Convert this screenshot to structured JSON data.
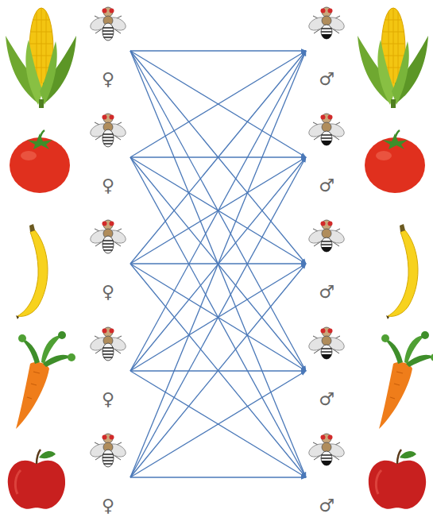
{
  "diagram": {
    "nodes": [
      {
        "text": [
          "♀"
        ]
      },
      {
        "text": [
          "♀"
        ]
      },
      {
        "text": [
          "♀"
        ]
      },
      {
        "text": [
          "♀"
        ]
      },
      {
        "text": [
          "♀"
        ]
      },
      {
        "text": [
          "♂"
        ]
      },
      {
        "text": [
          "♂"
        ]
      },
      {
        "text": [
          "♂"
        ]
      },
      {
        "text": [
          "♂"
        ]
      },
      {
        "text": [
          "♂"
        ]
      }
    ],
    "edges": [
      {
        "from": 0,
        "to": 5,
        "arrow": "to"
      },
      {
        "from": 0,
        "to": 6,
        "arrow": "to"
      },
      {
        "from": 0,
        "to": 7,
        "arrow": "to"
      },
      {
        "from": 0,
        "to": 8,
        "arrow": "to"
      },
      {
        "from": 0,
        "to": 9,
        "arrow": "to"
      },
      {
        "from": 1,
        "to": 5,
        "arrow": "to"
      },
      {
        "from": 1,
        "to": 6,
        "arrow": "to"
      },
      {
        "from": 1,
        "to": 7,
        "arrow": "to"
      },
      {
        "from": 1,
        "to": 8,
        "arrow": "to"
      },
      {
        "from": 1,
        "to": 9,
        "arrow": "to"
      },
      {
        "from": 2,
        "to": 5,
        "arrow": "to"
      },
      {
        "from": 2,
        "to": 6,
        "arrow": "to"
      },
      {
        "from": 2,
        "to": 7,
        "arrow": "to"
      },
      {
        "from": 2,
        "to": 8,
        "arrow": "to"
      },
      {
        "from": 2,
        "to": 9,
        "arrow": "to"
      },
      {
        "from": 3,
        "to": 5,
        "arrow": "to"
      },
      {
        "from": 3,
        "to": 6,
        "arrow": "to"
      },
      {
        "from": 3,
        "to": 7,
        "arrow": "to"
      },
      {
        "from": 3,
        "to": 8,
        "arrow": "to"
      },
      {
        "from": 3,
        "to": 9,
        "arrow": "to"
      },
      {
        "from": 4,
        "to": 5,
        "arrow": "to"
      },
      {
        "from": 4,
        "to": 6,
        "arrow": "to"
      },
      {
        "from": 4,
        "to": 7,
        "arrow": "to"
      },
      {
        "from": 4,
        "to": 8,
        "arrow": "to"
      },
      {
        "from": 4,
        "to": 9,
        "arrow": "to"
      }
    ]
  }
}
